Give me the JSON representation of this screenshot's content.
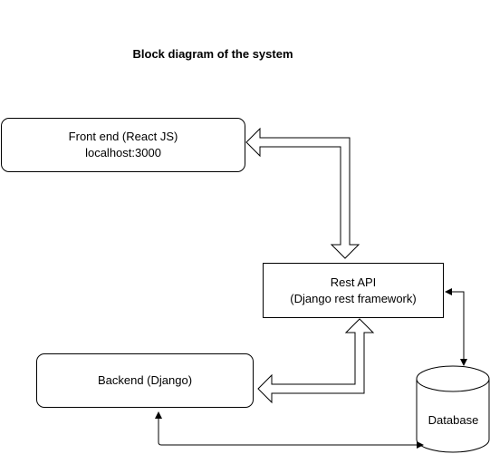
{
  "title": "Block diagram of the system",
  "nodes": {
    "frontend": {
      "line1": "Front end (React JS)",
      "line2": "localhost:3000"
    },
    "restapi": {
      "line1": "Rest API",
      "line2": "(Django rest framework)"
    },
    "backend": {
      "line1": "Backend (Django)"
    },
    "database": {
      "label": "Database"
    }
  }
}
